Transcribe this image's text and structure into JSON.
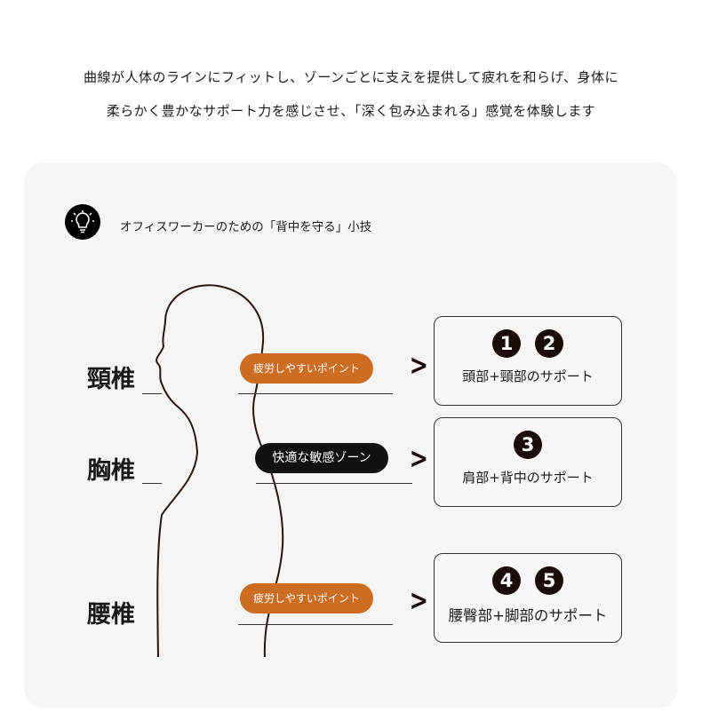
{
  "intro": {
    "line1": "曲線が人体のラインにフィットし、ゾーンごとに支えを提供して疲れを和らげ、身体に",
    "line2": "柔らかく豊かなサポート力を感じさせ、「深く包み込まれる」感覚を体験します"
  },
  "tip": {
    "icon": "lightbulb-icon",
    "title": "オフィスワーカーのための「背中を守る」小技"
  },
  "colors": {
    "accent": "#cc6d23",
    "dark": "#111111"
  },
  "zones": [
    {
      "vertebra": "頸椎",
      "pill": "疲労しやすいポイント",
      "numbers": [
        "1",
        "2"
      ],
      "support": "頭部+頸部のサポート"
    },
    {
      "vertebra": "胸椎",
      "pill": "快適な敏感ゾーン",
      "numbers": [
        "3"
      ],
      "support": "肩部+背中のサポート"
    },
    {
      "vertebra": "腰椎",
      "pill": "疲労しやすいポイント",
      "numbers": [
        "4",
        "5"
      ],
      "support": "腰臀部+脚部のサポート"
    }
  ]
}
